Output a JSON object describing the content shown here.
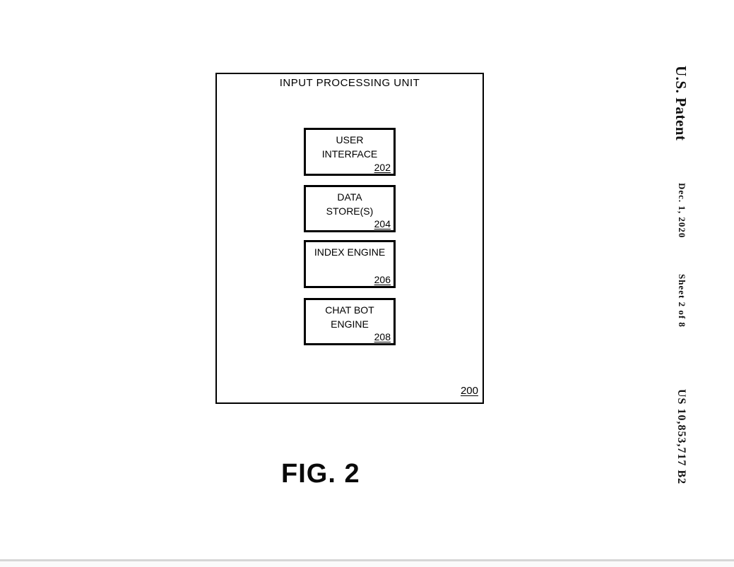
{
  "header": {
    "patent_label": "U.S. Patent",
    "date": "Dec. 1, 2020",
    "sheet": "Sheet 2 of 8",
    "patent_number": "US 10,853,717 B2"
  },
  "diagram": {
    "outer_box": {
      "title": "INPUT PROCESSING UNIT",
      "ref": "200"
    },
    "boxes": [
      {
        "label": "USER\nINTERFACE",
        "ref": "202"
      },
      {
        "label": "DATA\nSTORE(S)",
        "ref": "204"
      },
      {
        "label": "INDEX ENGINE",
        "ref": "206"
      },
      {
        "label": "CHAT BOT\nENGINE",
        "ref": "208"
      }
    ]
  },
  "caption": {
    "fig_label": "FIG. 2"
  }
}
